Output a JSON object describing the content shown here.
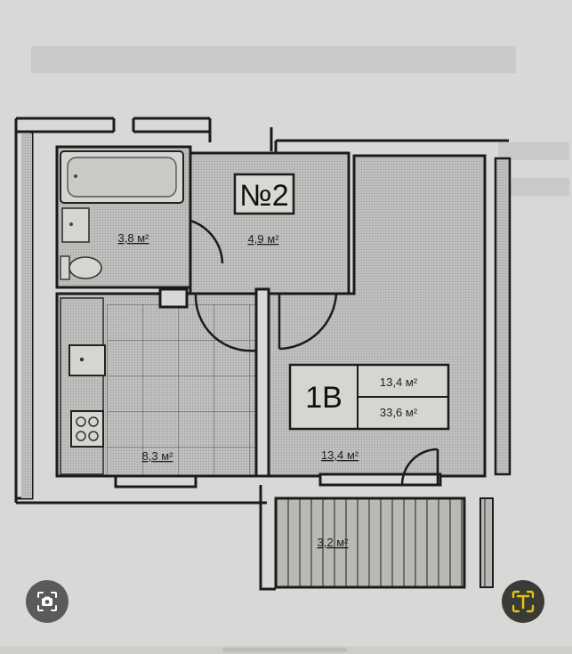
{
  "plan": {
    "unit_number": "№2",
    "apartment_type": "1В",
    "total_living_area": "13,4 м²",
    "total_area": "33,6 м²",
    "rooms": {
      "bathroom": "3,8 м²",
      "hallway": "4,9 м²",
      "kitchen": "8,3 м²",
      "living_room": "13,4 м²",
      "balcony": "3,2 м²"
    }
  },
  "icons": {
    "lens_button": "lens-icon",
    "text_button": "text-recognition-icon"
  },
  "colors": {
    "page_bg": "#dad8d6",
    "wall": "#1b1b1b",
    "room_fill": "#b9b8b6",
    "text_button_accent": "#e5c40f"
  }
}
